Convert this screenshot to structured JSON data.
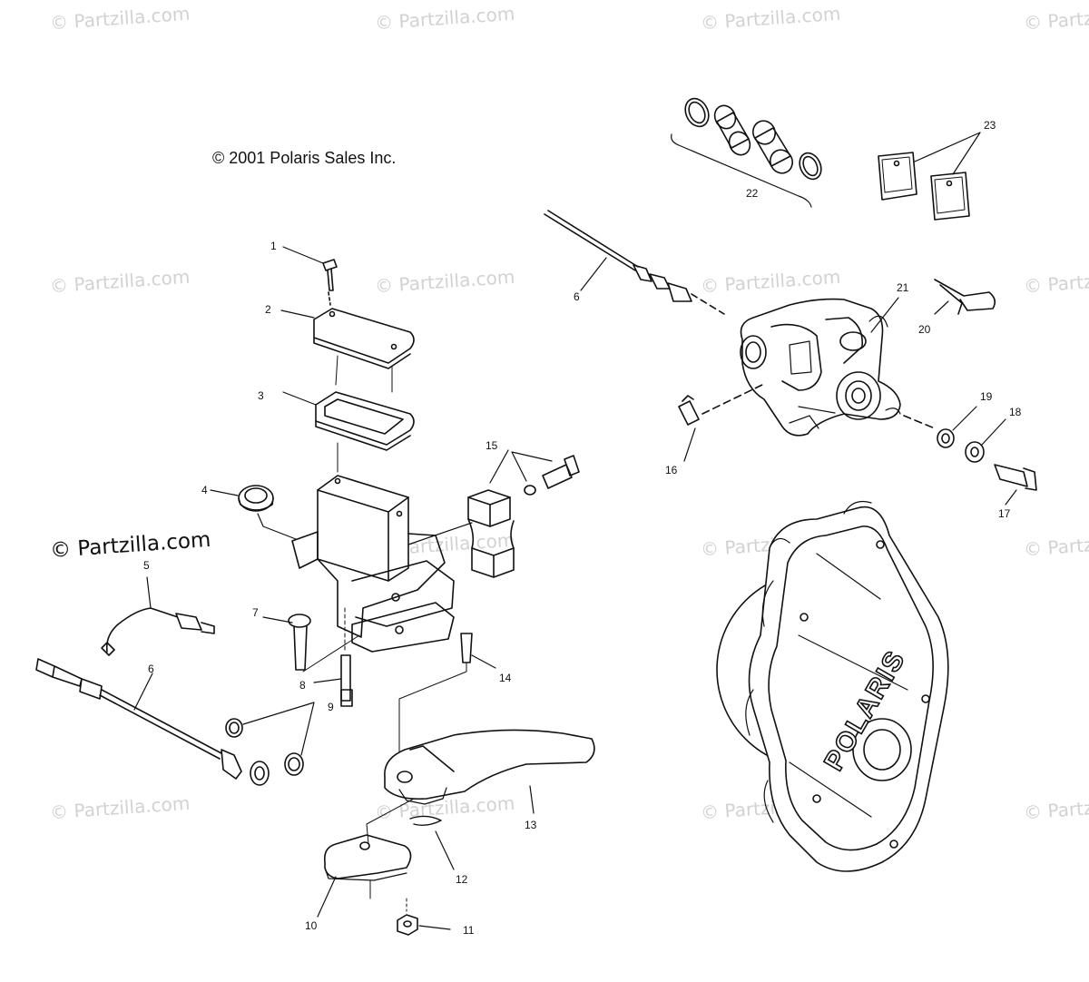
{
  "copyright": "© 2001 Polaris Sales Inc.",
  "watermark": {
    "text": "© Partzilla.com",
    "color": "#d2d2d2",
    "prominent_text": "© Partzilla.com"
  },
  "brand_logo": "POLARIS",
  "callouts": [
    "1",
    "2",
    "3",
    "4",
    "5",
    "6",
    "6",
    "7",
    "8",
    "9",
    "10",
    "11",
    "12",
    "13",
    "14",
    "15",
    "16",
    "17",
    "18",
    "19",
    "20",
    "21",
    "22",
    "23"
  ]
}
